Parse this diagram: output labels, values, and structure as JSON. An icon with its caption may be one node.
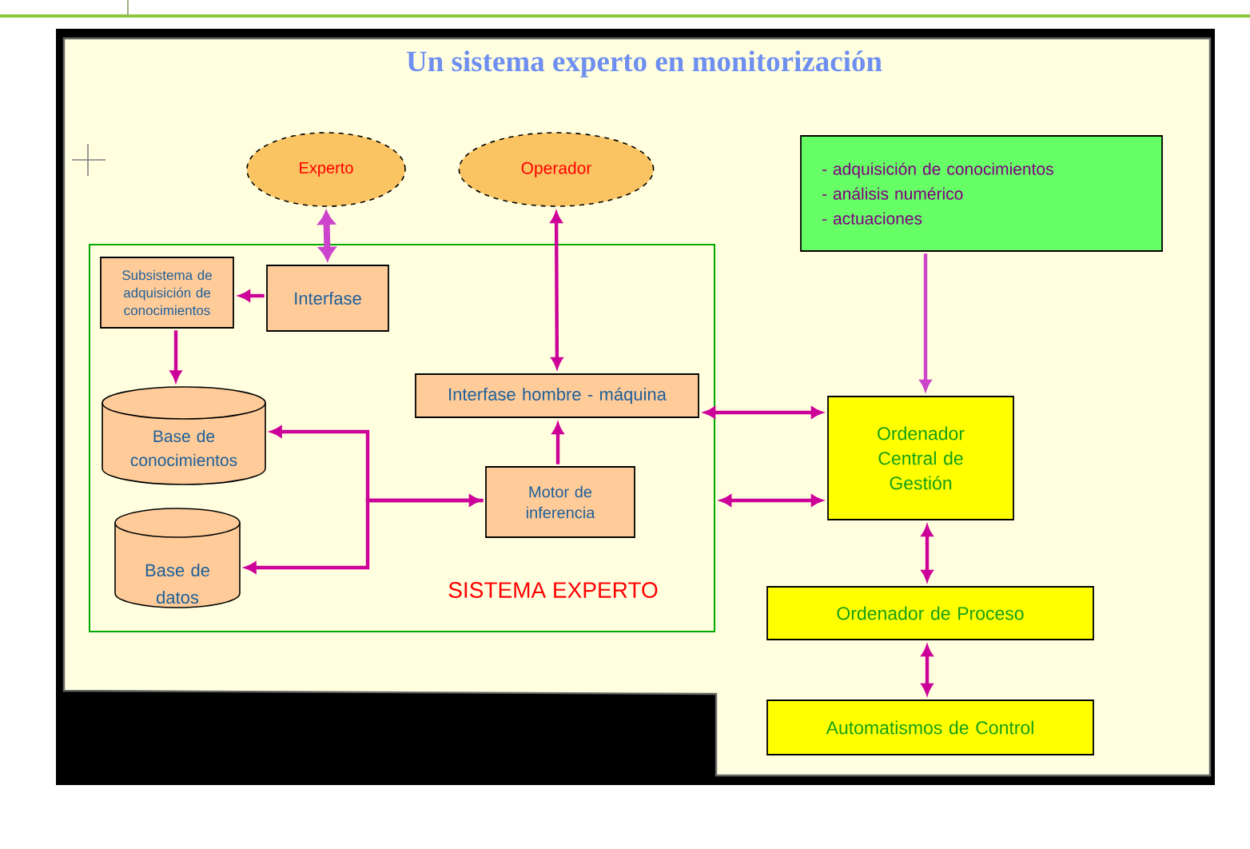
{
  "diagram": {
    "title": "Un sistema experto en monitorización",
    "nodes": [
      {
        "text": [
          "Experto"
        ]
      },
      {
        "text": [
          "Operador"
        ]
      },
      {
        "text": [
          "SISTEMA EXPERTO"
        ]
      },
      {
        "text": [
          "Subsistema de adquisición de conocimientos"
        ],
        "in": 2
      },
      {
        "text": [
          "Interfase"
        ],
        "in": 2
      },
      {
        "text": [
          "Base de conocimientos"
        ],
        "in": 2
      },
      {
        "text": [
          "Base de datos"
        ],
        "in": 2
      },
      {
        "text": [
          "Interfase hombre - máquina"
        ],
        "in": 2
      },
      {
        "text": [
          "Motor de inferencia"
        ],
        "in": 2
      },
      {
        "text": [
          "- adquisición de conocimientos",
          "- análisis numérico",
          "- actuaciones"
        ]
      },
      {
        "text": [
          "Ordenador Central de Gestión"
        ]
      },
      {
        "text": [
          "Ordenador de Proceso"
        ]
      },
      {
        "text": [
          "Automatismos de Control"
        ]
      }
    ],
    "edges": [
      {
        "from": 0,
        "to": 4,
        "arrow": "both",
        "style": "thick",
        "color": "#cc44cc"
      },
      {
        "from": 1,
        "to": 7,
        "arrow": "both"
      },
      {
        "from": 4,
        "to": 3,
        "arrow": "to"
      },
      {
        "from": 3,
        "to": 5,
        "arrow": "to"
      },
      {
        "from": 8,
        "to": 7,
        "arrow": "to"
      },
      {
        "from": 8,
        "to": 5,
        "arrow": "both"
      },
      {
        "from": 8,
        "to": 6,
        "arrow": "to"
      },
      {
        "from": 7,
        "to": 10,
        "arrow": "both"
      },
      {
        "from": 2,
        "to": 10,
        "arrow": "both"
      },
      {
        "from": 9,
        "to": 10,
        "arrow": "to",
        "color": "#cc44cc"
      },
      {
        "from": 10,
        "to": 11,
        "arrow": "both"
      },
      {
        "from": 11,
        "to": 12,
        "arrow": "both"
      }
    ]
  }
}
